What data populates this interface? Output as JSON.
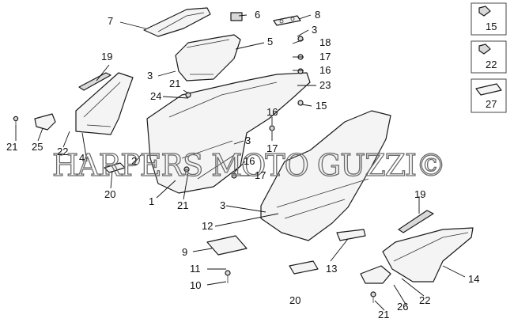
{
  "watermark": "HARPERS MOTO GUZZI©",
  "callouts": {
    "c1": "1",
    "c2": "2",
    "c3a": "3",
    "c3b": "3",
    "c3c": "3",
    "c3d": "3",
    "c4": "4",
    "c5": "5",
    "c6": "6",
    "c7": "7",
    "c8": "8",
    "c9": "9",
    "c10": "10",
    "c11": "11",
    "c12": "12",
    "c13": "13",
    "c14": "14",
    "c15": "15",
    "c16a": "16",
    "c16b": "16",
    "c16c": "16",
    "c17a": "17",
    "c17b": "17",
    "c17c": "17",
    "c18": "18",
    "c19a": "19",
    "c19b": "19",
    "c20a": "20",
    "c20b": "20",
    "c21a": "21",
    "c21b": "21",
    "c21c": "21",
    "c21d": "21",
    "c22a": "22",
    "c22b": "22",
    "c23": "23",
    "c24": "24",
    "c25": "25",
    "c26": "26",
    "c27": "27"
  },
  "legend_boxes": {
    "box15": "15",
    "box22": "22",
    "box27": "27"
  }
}
